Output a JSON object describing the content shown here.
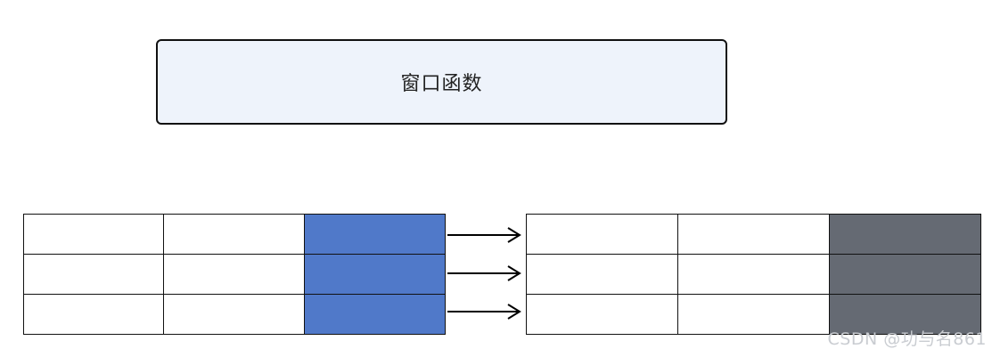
{
  "title_box": {
    "label": "窗口函数"
  },
  "left_table": {
    "rows": 3,
    "columns": 3,
    "highlight_column": 2,
    "highlight_color": "#5079c9",
    "cell_color": "#ffffff"
  },
  "right_table": {
    "rows": 3,
    "columns": 3,
    "highlight_column": 2,
    "highlight_color": "#656a73",
    "cell_color": "#ffffff"
  },
  "arrows": {
    "count": 3,
    "color": "#000000"
  },
  "watermark": {
    "text": "CSDN @功与名861"
  }
}
